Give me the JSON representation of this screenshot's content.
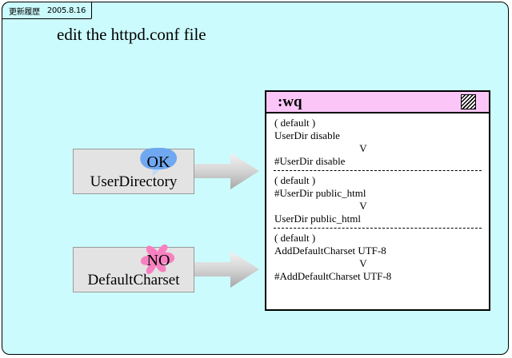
{
  "slide": {
    "title": "edit the httpd.conf file",
    "background_color": "#ccfbfd",
    "history_tab": {
      "label": "更新履歴",
      "date": "2005.8.16"
    }
  },
  "callouts": [
    {
      "caption": "UserDirectory",
      "badge_text": "OK",
      "badge_shape": "blue-speech-bubble",
      "badge_color": "#6fa8f0"
    },
    {
      "caption": "DefaultCharset",
      "badge_text": "NO",
      "badge_shape": "pink-star-splat",
      "badge_color": "#f781c0"
    }
  ],
  "arrows": [
    {
      "name": "arrow-right-userdirectory",
      "direction": "right"
    },
    {
      "name": "arrow-right-defaultcharset",
      "direction": "right"
    }
  ],
  "terminal": {
    "title": ":wq",
    "titlebar_color": "#fbc6f7",
    "icon": "hatched-square-icon",
    "blocks": [
      {
        "default_label": "( default )",
        "before": "UserDir disable",
        "arrow": "V",
        "after": "#UserDir disable"
      },
      {
        "default_label": "( default )",
        "before": "#UserDir public_html",
        "arrow": "V",
        "after": "UserDir public_html"
      },
      {
        "default_label": "( default )",
        "before": "AddDefaultCharset UTF-8",
        "arrow": "V",
        "after": "#AddDefaultCharset UTF-8"
      }
    ]
  }
}
